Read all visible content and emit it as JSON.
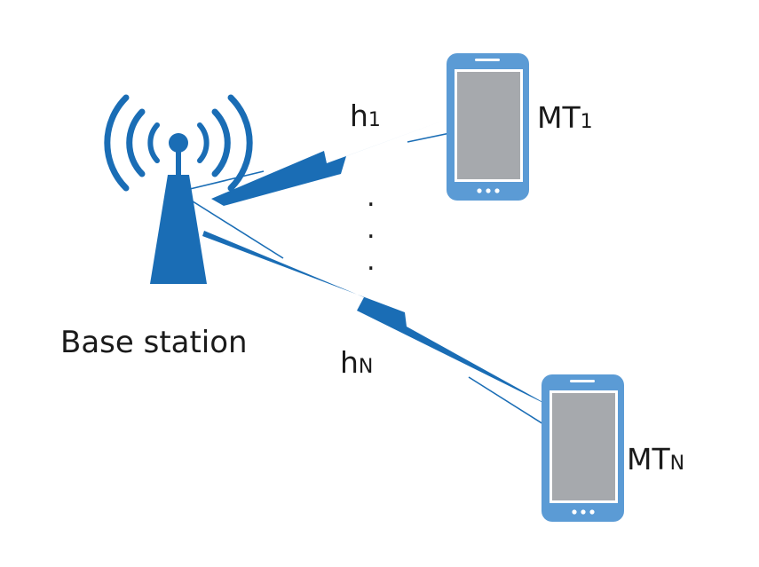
{
  "base_station": {
    "label": "Base station"
  },
  "terminals": [
    {
      "name": "MT",
      "subscript": "1"
    },
    {
      "name": "MT",
      "subscript": "N"
    }
  ],
  "links": [
    {
      "name": "h",
      "subscript": "1"
    },
    {
      "name": "h",
      "subscript": "N"
    }
  ],
  "ellipsis": ".",
  "colors": {
    "primary": "#1a6db5",
    "phone_body": "#5b9bd5",
    "screen": "#a6a9ad",
    "text": "#1a1a1a"
  },
  "icons": {
    "tower": "antenna-tower-icon",
    "phone": "smartphone-icon",
    "link": "lightning-bolt-icon"
  }
}
